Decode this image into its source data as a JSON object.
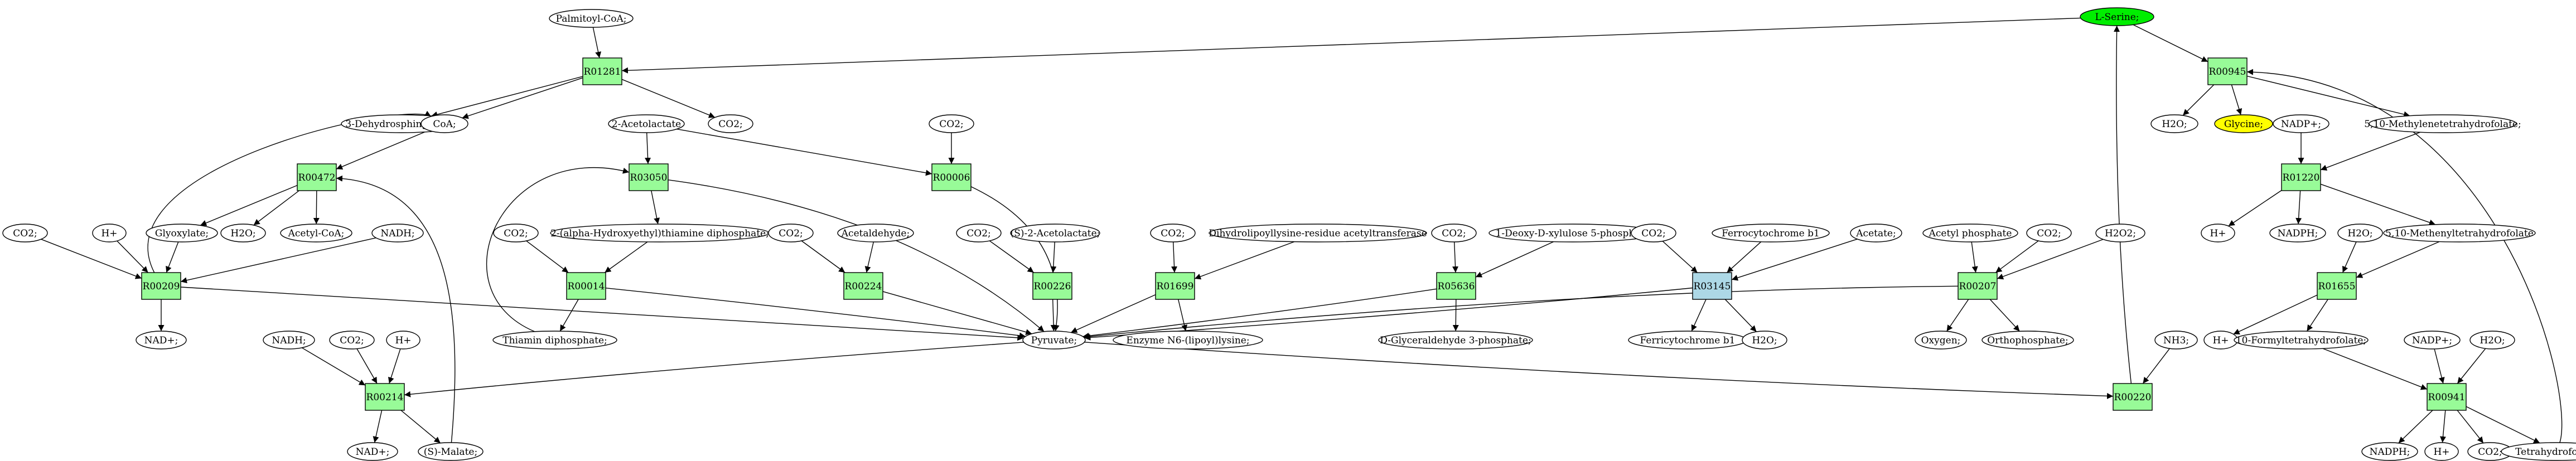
{
  "colors": {
    "reaction": "#98fb98",
    "reaction_alt": "#add8e6",
    "serine": "#00ee00",
    "glycine": "#ffff00",
    "compound": "#ffffff",
    "stroke": "#000000"
  },
  "compounds": {
    "palmitoyl_coa": "Palmitoyl-CoA;",
    "l_serine": "L-Serine;",
    "dehydrosphinganine": "3-Dehydrosphinganine;",
    "coa": "CoA;",
    "co2_r01281": "CO2;",
    "acetolactate_2": "2-Acetolactate",
    "co2_r00006": "CO2;",
    "h2o_r00945": "H2O;",
    "glycine": "Glycine;",
    "nadp_r01220": "NADP+;",
    "methylenethf": "5,10-Methylenetetrahydrofolate;",
    "co2_r00209": "CO2;",
    "hplus_r00209": "H+",
    "glyoxylate": "Glyoxylate;",
    "h2o_r00472": "H2O;",
    "acetyl_coa": "Acetyl-CoA;",
    "nadh_r00209": "NADH;",
    "co2_r00014": "CO2;",
    "hydroxyethyl_tpp": "2-(alpha-Hydroxyethyl)thiamine diphosphate;",
    "co2_r00224": "CO2;",
    "acetaldehyde": "Acetaldehyde;",
    "co2_r00226": "CO2;",
    "s2_acetolactate": "(S)-2-Acetolactate;",
    "co2_r01699": "CO2;",
    "dihydrolipoyllysine": "Dihydrolipoyllysine-residue acetyltransferase",
    "co2_r05636": "CO2;",
    "deoxy_xylulose": "1-Deoxy-D-xylulose 5-phosphate",
    "co2_r03145": "CO2;",
    "ferrocytochrome": "Ferrocytochrome b1",
    "acetate": "Acetate;",
    "acetyl_phosphate": "Acetyl phosphate",
    "co2_r00207": "CO2;",
    "h2o2": "H2O2;",
    "hplus_r01220": "H+",
    "nadph_r01220": "NADPH;",
    "h2o_r01655": "H2O;",
    "methenylthf": "5,10-Methenyltetrahydrofolate",
    "nad_r00209": "NAD+;",
    "thiamin_diphosphate": "Thiamin diphosphate;",
    "pyruvate": "Pyruvate;",
    "enzyme_lipoyllysine": "Enzyme N6-(lipoyl)lysine;",
    "glyceraldehyde": "D-Glyceraldehyde 3-phosphate;",
    "ferricytochrome": "Ferricytochrome b1",
    "h2o_r03145": "H2O;",
    "oxygen": "Oxygen;",
    "orthophosphate": "Orthophosphate;",
    "nadh_r00214": "NADH;",
    "co2_r00214": "CO2;",
    "hplus_r00214": "H+",
    "hplus_r01655": "H+",
    "nh3": "NH3;",
    "formylthf": "10-Formyltetrahydrofolate;",
    "nadp_r00941": "NADP+;",
    "h2o_r00941": "H2O;",
    "nad_r00214": "NAD+;",
    "s_malate": "(S)-Malate;",
    "nadph_r00941": "NADPH;",
    "hplus_r00941": "H+",
    "co2_r00941": "CO2;",
    "tetrahydrofolate": "Tetrahydrofolate;"
  },
  "reactions": {
    "R01281": "R01281",
    "R00945": "R00945",
    "R00472": "R00472",
    "R03050": "R03050",
    "R00006": "R00006",
    "R01220": "R01220",
    "R00209": "R00209",
    "R00014": "R00014",
    "R00224": "R00224",
    "R00226": "R00226",
    "R01699": "R01699",
    "R05636": "R05636",
    "R03145": "R03145",
    "R00207": "R00207",
    "R01655": "R01655",
    "R00214": "R00214",
    "R00220": "R00220",
    "R00941": "R00941"
  }
}
